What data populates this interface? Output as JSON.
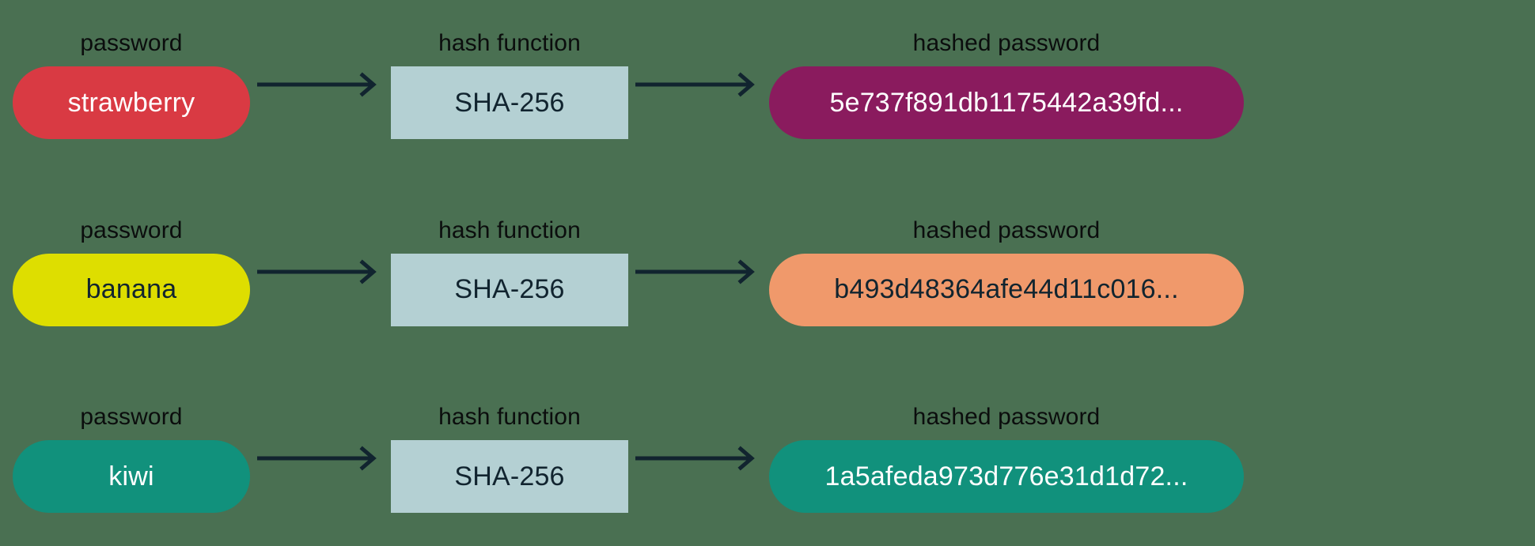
{
  "diagram": {
    "background_color": "#4a7052",
    "arrow_color": "#11242f",
    "labels": {
      "password": "password",
      "hash_function": "hash function",
      "hashed_password": "hashed password"
    },
    "rows": [
      {
        "password_label": "password",
        "password_value": "strawberry",
        "password_color": "#d93a43",
        "password_text_color": "#ffffff",
        "hash_function_label": "hash function",
        "hash_function_value": "SHA-256",
        "hash_function_color": "#b4d0d3",
        "hashed_label": "hashed password",
        "hashed_value": "5e737f891db1175442a39fd...",
        "hashed_color": "#8a1b5e",
        "hashed_text_color": "#ffffff",
        "arrow_icon": "arrow-right-icon"
      },
      {
        "password_label": "password",
        "password_value": "banana",
        "password_color": "#dede00",
        "password_text_color": "#11242f",
        "hash_function_label": "hash function",
        "hash_function_value": "SHA-256",
        "hash_function_color": "#b4d0d3",
        "hashed_label": "hashed password",
        "hashed_value": "b493d48364afe44d11c016...",
        "hashed_color": "#f0996b",
        "hashed_text_color": "#11242f",
        "arrow_icon": "arrow-right-icon"
      },
      {
        "password_label": "password",
        "password_value": "kiwi",
        "password_color": "#11917c",
        "password_text_color": "#ffffff",
        "hash_function_label": "hash function",
        "hash_function_value": "SHA-256",
        "hash_function_color": "#b4d0d3",
        "hashed_label": "hashed password",
        "hashed_value": "1a5afeda973d776e31d1d72...",
        "hashed_color": "#11917c",
        "hashed_text_color": "#ffffff",
        "arrow_icon": "arrow-right-icon"
      }
    ]
  }
}
